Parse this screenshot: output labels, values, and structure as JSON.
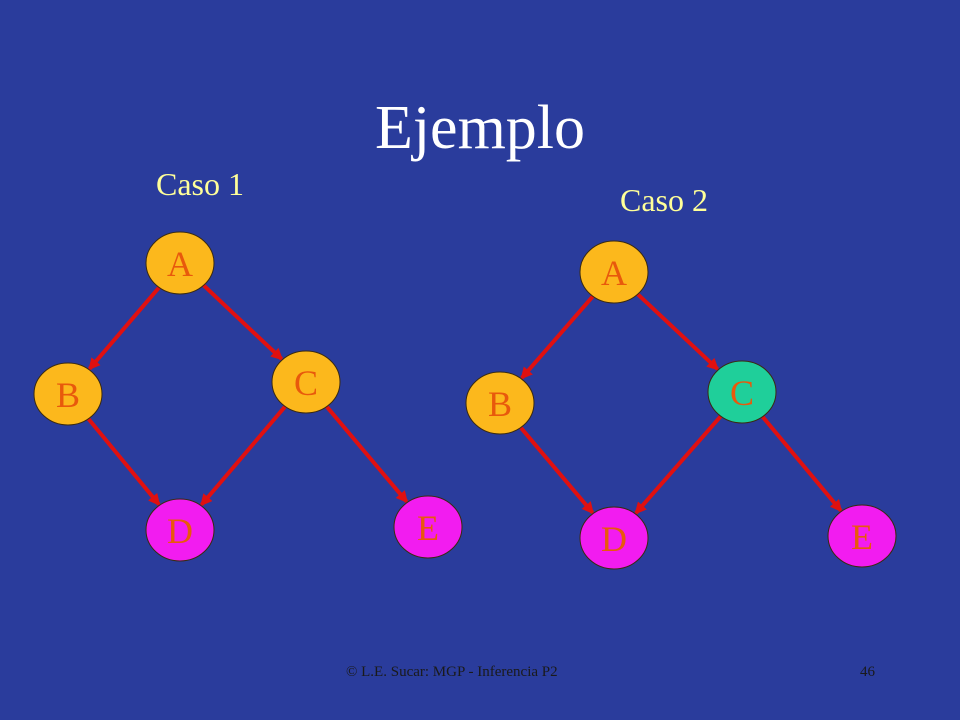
{
  "title": "Ejemplo",
  "footer": {
    "text": "© L.E. Sucar: MGP - Inferencia P2",
    "page": "46"
  },
  "colors": {
    "background": "#2a3c9c",
    "title": "#ffffff",
    "case_label": "#ffff99",
    "node_text": "#e8590c",
    "edge": "#e01010",
    "node_outline": "#3a2a10",
    "node_orange": "#fcb81c",
    "node_magenta": "#f21cf0",
    "node_teal": "#1fcf9a"
  },
  "diagrams": [
    {
      "label": "Caso 1",
      "nodes": [
        {
          "id": "A",
          "label": "A",
          "fill": "node_orange"
        },
        {
          "id": "B",
          "label": "B",
          "fill": "node_orange"
        },
        {
          "id": "C",
          "label": "C",
          "fill": "node_orange"
        },
        {
          "id": "D",
          "label": "D",
          "fill": "node_magenta"
        },
        {
          "id": "E",
          "label": "E",
          "fill": "node_magenta"
        }
      ],
      "edges": [
        {
          "from": "A",
          "to": "B"
        },
        {
          "from": "A",
          "to": "C"
        },
        {
          "from": "B",
          "to": "D"
        },
        {
          "from": "C",
          "to": "D"
        },
        {
          "from": "C",
          "to": "E"
        }
      ]
    },
    {
      "label": "Caso 2",
      "nodes": [
        {
          "id": "A",
          "label": "A",
          "fill": "node_orange"
        },
        {
          "id": "B",
          "label": "B",
          "fill": "node_orange"
        },
        {
          "id": "C",
          "label": "C",
          "fill": "node_teal"
        },
        {
          "id": "D",
          "label": "D",
          "fill": "node_magenta"
        },
        {
          "id": "E",
          "label": "E",
          "fill": "node_magenta"
        }
      ],
      "edges": [
        {
          "from": "A",
          "to": "B"
        },
        {
          "from": "A",
          "to": "C"
        },
        {
          "from": "B",
          "to": "D"
        },
        {
          "from": "C",
          "to": "D"
        },
        {
          "from": "C",
          "to": "E"
        }
      ]
    }
  ]
}
